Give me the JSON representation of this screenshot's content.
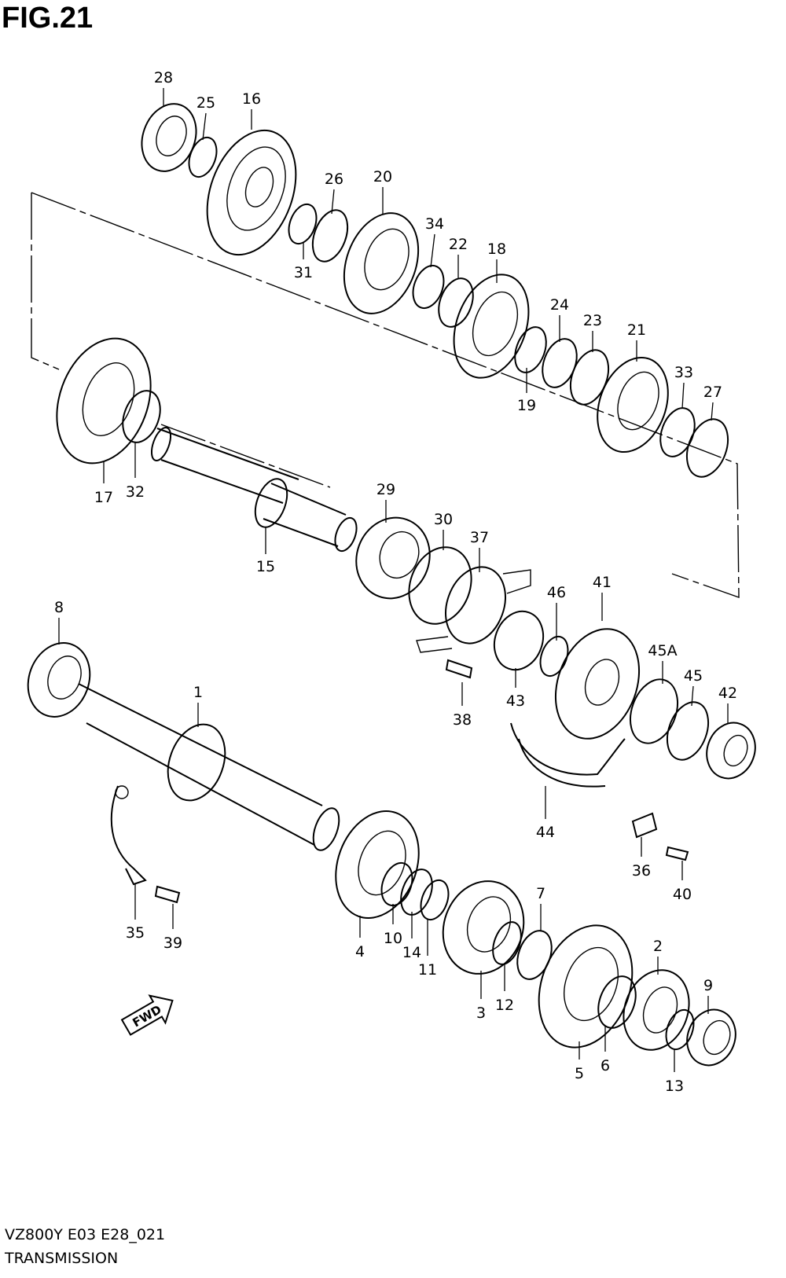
{
  "figure": {
    "title": "FIG.21"
  },
  "footer": {
    "model_code": "VZ800Y E03 E28_021",
    "section_name": "TRANSMISSION"
  },
  "direction_badge": {
    "label": "FWD"
  },
  "part_labels": [
    "28",
    "25",
    "16",
    "26",
    "20",
    "34",
    "22",
    "18",
    "31",
    "24",
    "23",
    "21",
    "33",
    "27",
    "19",
    "17",
    "32",
    "15",
    "29",
    "30",
    "37",
    "46",
    "41",
    "8",
    "1",
    "45A",
    "45",
    "42",
    "43",
    "38",
    "44",
    "36",
    "40",
    "35",
    "39",
    "4",
    "10",
    "14",
    "11",
    "7",
    "3",
    "12",
    "2",
    "9",
    "5",
    "6",
    "13"
  ]
}
